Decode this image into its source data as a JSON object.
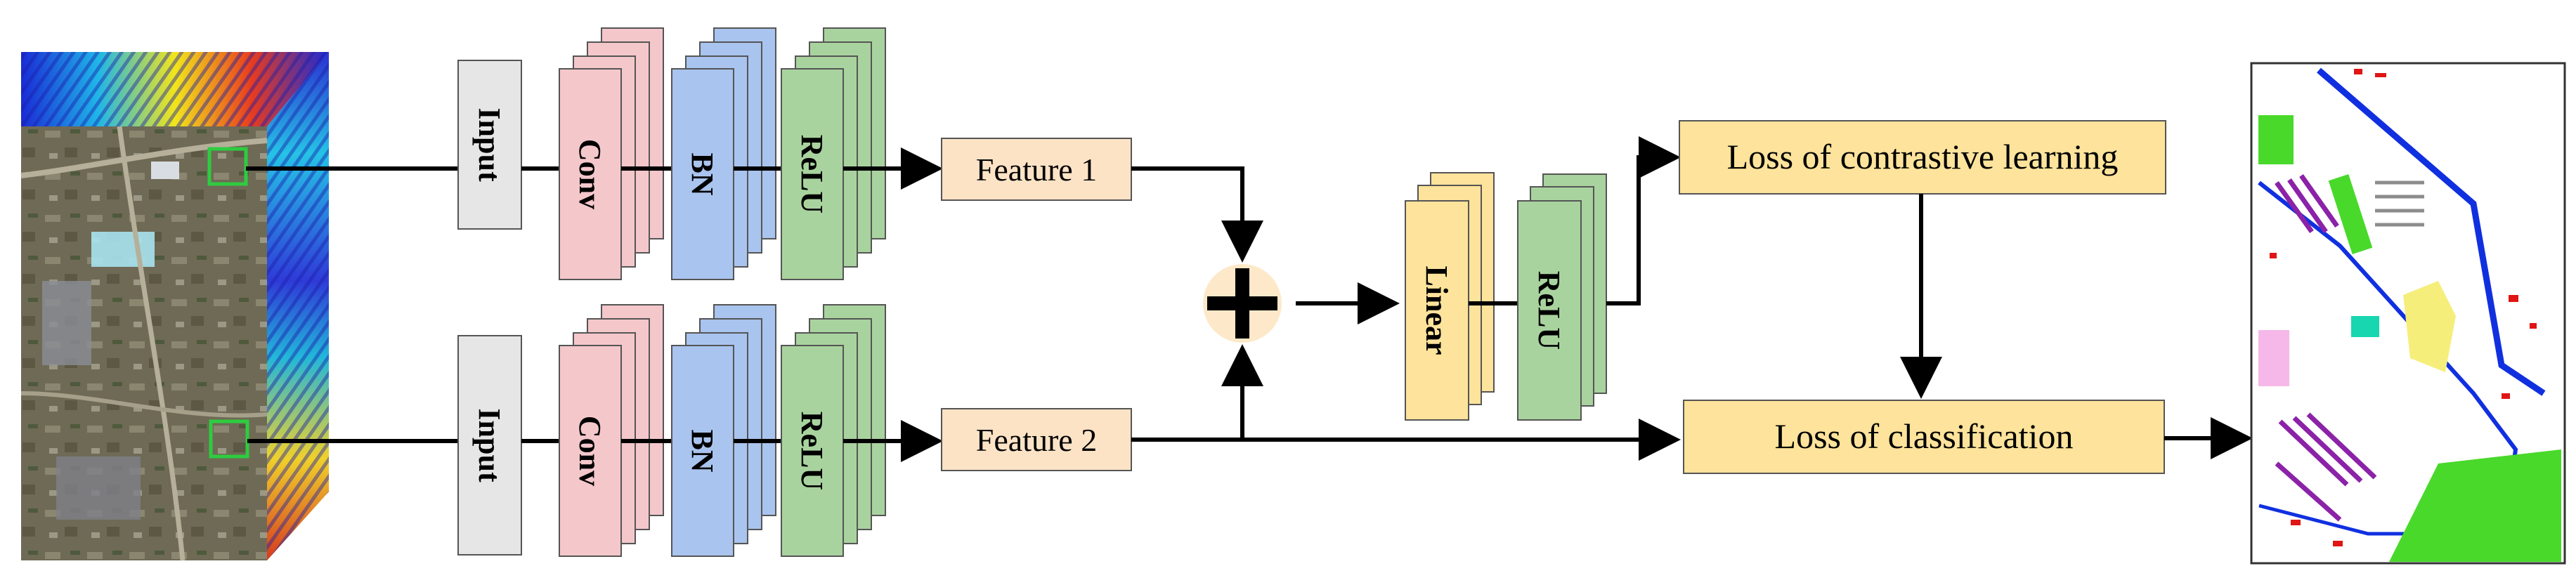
{
  "branches": [
    {
      "input_label": "Input",
      "conv_label": "Conv",
      "bn_label": "BN",
      "relu_label": "ReLU",
      "feature_label": "Feature 1"
    },
    {
      "input_label": "Input",
      "conv_label": "Conv",
      "bn_label": "BN",
      "relu_label": "ReLU",
      "feature_label": "Feature 2"
    }
  ],
  "head": {
    "linear_label": "Linear",
    "relu_label": "ReLU"
  },
  "losses": {
    "contrastive_label": "Loss of contrastive learning",
    "classification_label": "Loss of classification"
  },
  "colors": {
    "input": "#e6e6e6",
    "conv": "#f4c7cb",
    "bn": "#a9c4ee",
    "relu": "#a9d39e",
    "feature": "#fde3c6",
    "linear": "#fde39b",
    "loss": "#fde39b",
    "plus_bg": "#fde9c9",
    "patch_border": "#2ecc40"
  },
  "icons": {
    "sum_operator": "plus-icon",
    "hyperspectral_cube": "hyperspectral-cube-image",
    "classification_map": "classification-map-image"
  }
}
